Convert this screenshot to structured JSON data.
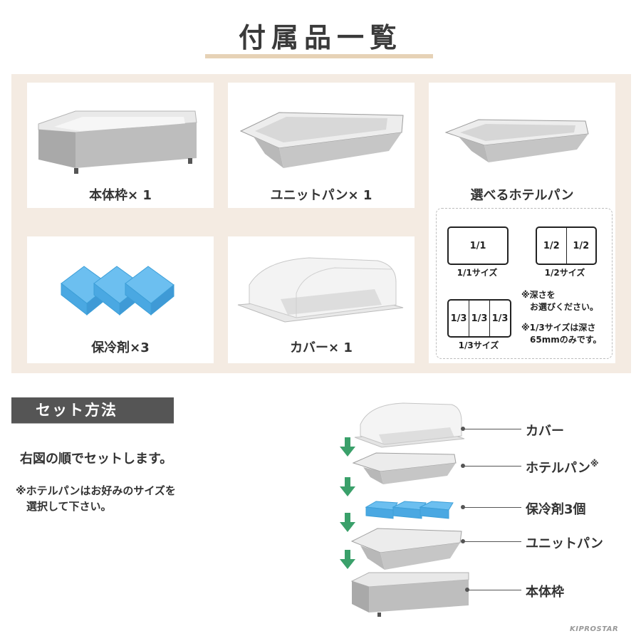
{
  "header": {
    "title": "付属品一覧"
  },
  "accessories": [
    {
      "label": "本体枠× 1"
    },
    {
      "label": "ユニットパン× 1"
    },
    {
      "label": "選べるホテルパン"
    },
    {
      "label": "保冷剤×3"
    },
    {
      "label": "カバー× 1"
    }
  ],
  "hotel_pan_sizes": {
    "one_one": {
      "cells": [
        "1/1"
      ],
      "caption": "1/1サイズ"
    },
    "one_half": {
      "cells": [
        "1/2",
        "1/2"
      ],
      "caption": "1/2サイズ"
    },
    "one_third": {
      "cells": [
        "1/3",
        "1/3",
        "1/3"
      ],
      "caption": "1/3サイズ"
    },
    "note_depth": "※深さを\n　お選びください。",
    "note_65mm": "※1/3サイズは深さ\n　65mmのみです。"
  },
  "setup": {
    "section_title": "セット方法",
    "instruction": "右図の順でセットします。",
    "footnote": "※ホテルパンはお好みのサイズを\n　選択して下さい。",
    "callouts": {
      "cover": "カバー",
      "hotel_pan": "ホテルパン",
      "hotel_pan_mark": "※",
      "ice_packs": "保冷剤3個",
      "unit_pan": "ユニットパン",
      "frame": "本体枠"
    }
  },
  "brand": {
    "name": "KIPROSTAR"
  },
  "colors": {
    "panel_bg": "#f4ebe2",
    "underline": "#e6d2b6",
    "section_bar": "#555555",
    "arrow_green": "#3aa06a",
    "ice_blue": "#5fb6ea"
  }
}
